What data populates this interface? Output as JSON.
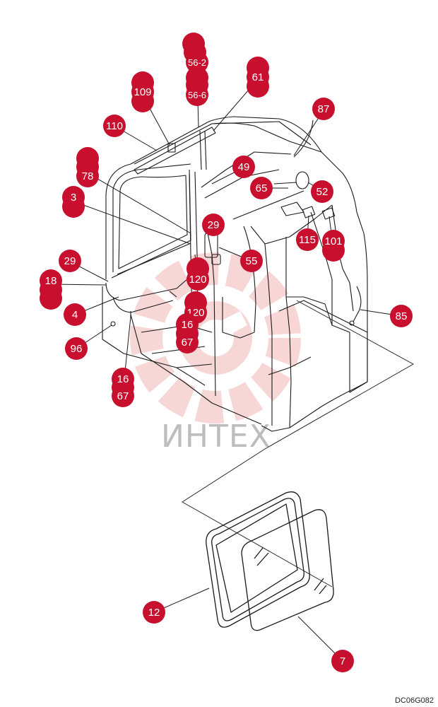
{
  "watermark": "ИНТЕХ",
  "drawing_code": "DC06G082",
  "callouts": {
    "c56_2": "56-2",
    "c56_6": "56-6",
    "c109": "109",
    "c61": "61",
    "c110": "110",
    "c87": "87",
    "c49": "49",
    "c78": "78",
    "c65": "65",
    "c52": "52",
    "c3": "3",
    "c29a": "29",
    "c115": "115",
    "c101": "101",
    "c29b": "29",
    "c55": "55",
    "c18": "18",
    "c120a": "120",
    "c4": "4",
    "c120b": "120",
    "c85": "85",
    "c16a": "16",
    "c67a": "67",
    "c96": "96",
    "c16b": "16",
    "c67b": "67",
    "c12": "12",
    "c7": "7"
  },
  "colors": {
    "callout": "#c8102e",
    "line": "#1a1a1a",
    "watermark": "#f3c4c4"
  }
}
